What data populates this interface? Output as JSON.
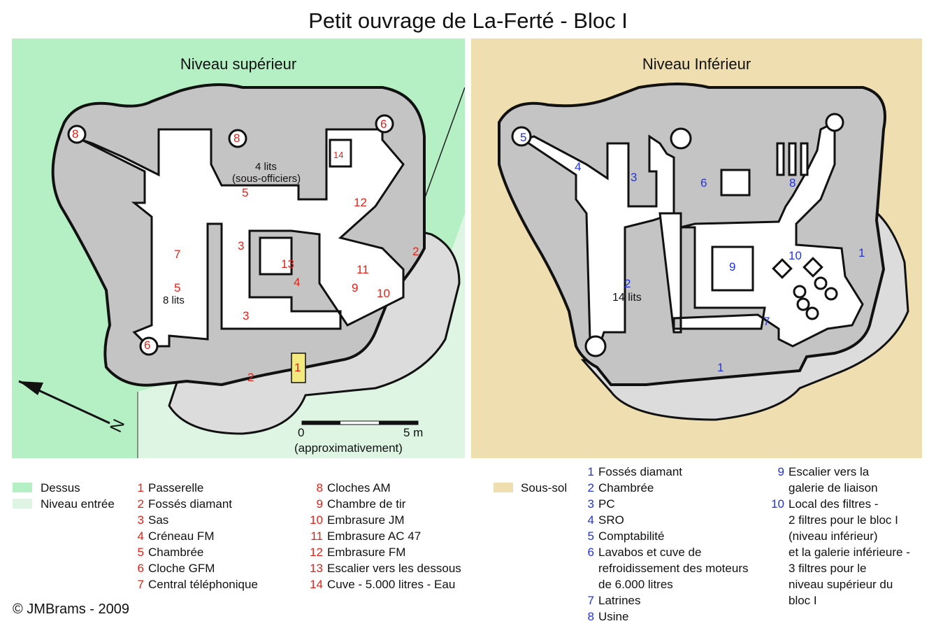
{
  "title": "Petit ouvrage de La-Ferté  - Bloc I",
  "upper": {
    "heading": "Niveau supérieur",
    "labels": {
      "c8a": "8",
      "c8b": "8",
      "c6a": "6",
      "c6b": "6",
      "r14": "14",
      "r4lits": "4 lits",
      "r4lits_sub": "(sous-officiers)",
      "r5a": "5",
      "r12": "12",
      "r3a": "3",
      "r13": "13",
      "r7": "7",
      "r5b": "5",
      "r8lits": "8 lits",
      "r11": "11",
      "r9": "9",
      "r10": "10",
      "r4": "4",
      "r2a": "2",
      "r3b": "3",
      "r1": "1",
      "r2b": "2"
    },
    "scale": {
      "zero": "0",
      "five": "5 m",
      "note": "(approximativement)"
    },
    "north": "N"
  },
  "lower": {
    "heading": "Niveau Inférieur",
    "labels": {
      "l5": "5",
      "l4": "4",
      "l3": "3",
      "l6": "6",
      "l8": "8",
      "l9": "9",
      "l10": "10",
      "l1a": "1",
      "l2": "2",
      "l14lits": "14 lits",
      "l7": "7",
      "l1b": "1"
    }
  },
  "legend_surface": {
    "items": [
      {
        "label": "Dessus",
        "color": "#b5f0c4"
      },
      {
        "label": "Niveau entrée",
        "color": "#ddf5e2"
      }
    ]
  },
  "legend_upper": {
    "col1": [
      {
        "n": "1",
        "text": "Passerelle"
      },
      {
        "n": "2",
        "text": "Fossés diamant"
      },
      {
        "n": "3",
        "text": "Sas"
      },
      {
        "n": "4",
        "text": "Créneau FM"
      },
      {
        "n": "5",
        "text": "Chambrée"
      },
      {
        "n": "6",
        "text": "Cloche GFM"
      },
      {
        "n": "7",
        "text": "Central téléphonique"
      }
    ],
    "col2": [
      {
        "n": "8",
        "text": "Cloches  AM"
      },
      {
        "n": "9",
        "text": "Chambre de tir"
      },
      {
        "n": "10",
        "text": "Embrasure JM"
      },
      {
        "n": "11",
        "text": "Embrasure AC 47"
      },
      {
        "n": "12",
        "text": "Embrasure FM"
      },
      {
        "n": "13",
        "text": "Escalier vers les dessous"
      },
      {
        "n": "14",
        "text": "Cuve - 5.000 litres - Eau"
      }
    ]
  },
  "legend_sous_sol": {
    "label": "Sous-sol",
    "color": "#efdfb0"
  },
  "legend_lower": {
    "col1": [
      {
        "n": "1",
        "text": "Fossés diamant"
      },
      {
        "n": "2",
        "text": "Chambrée"
      },
      {
        "n": "3",
        "text": "PC"
      },
      {
        "n": "4",
        "text": "SRO"
      },
      {
        "n": "5",
        "text": "Comptabilité"
      },
      {
        "n": "6",
        "text": "Lavabos  et cuve de"
      },
      {
        "n": "",
        "text": "refroidissement des moteurs"
      },
      {
        "n": "",
        "text": "de 6.000 litres"
      },
      {
        "n": "7",
        "text": "Latrines"
      },
      {
        "n": "8",
        "text": "Usine"
      }
    ],
    "col2": [
      {
        "n": "9",
        "text": "Escalier  vers  la"
      },
      {
        "n": "",
        "text": "galerie de liaison"
      },
      {
        "n": "10",
        "text": "Local des filtres -"
      },
      {
        "n": "",
        "text": "2 filtres pour le bloc I"
      },
      {
        "n": "",
        "text": "(niveau inférieur)"
      },
      {
        "n": "",
        "text": "et la galerie inférieure -"
      },
      {
        "n": "",
        "text": "3 filtres pour le"
      },
      {
        "n": "",
        "text": "niveau supérieur du"
      },
      {
        "n": "",
        "text": "bloc I"
      }
    ]
  },
  "copyright": "© JMBrams - 2009",
  "colors": {
    "wall": "#c4c4c4",
    "ditch": "#dcdcdc",
    "passerelle": "#f2ea7e",
    "red_label": "#e2231a",
    "blue_label": "#2233dd"
  }
}
